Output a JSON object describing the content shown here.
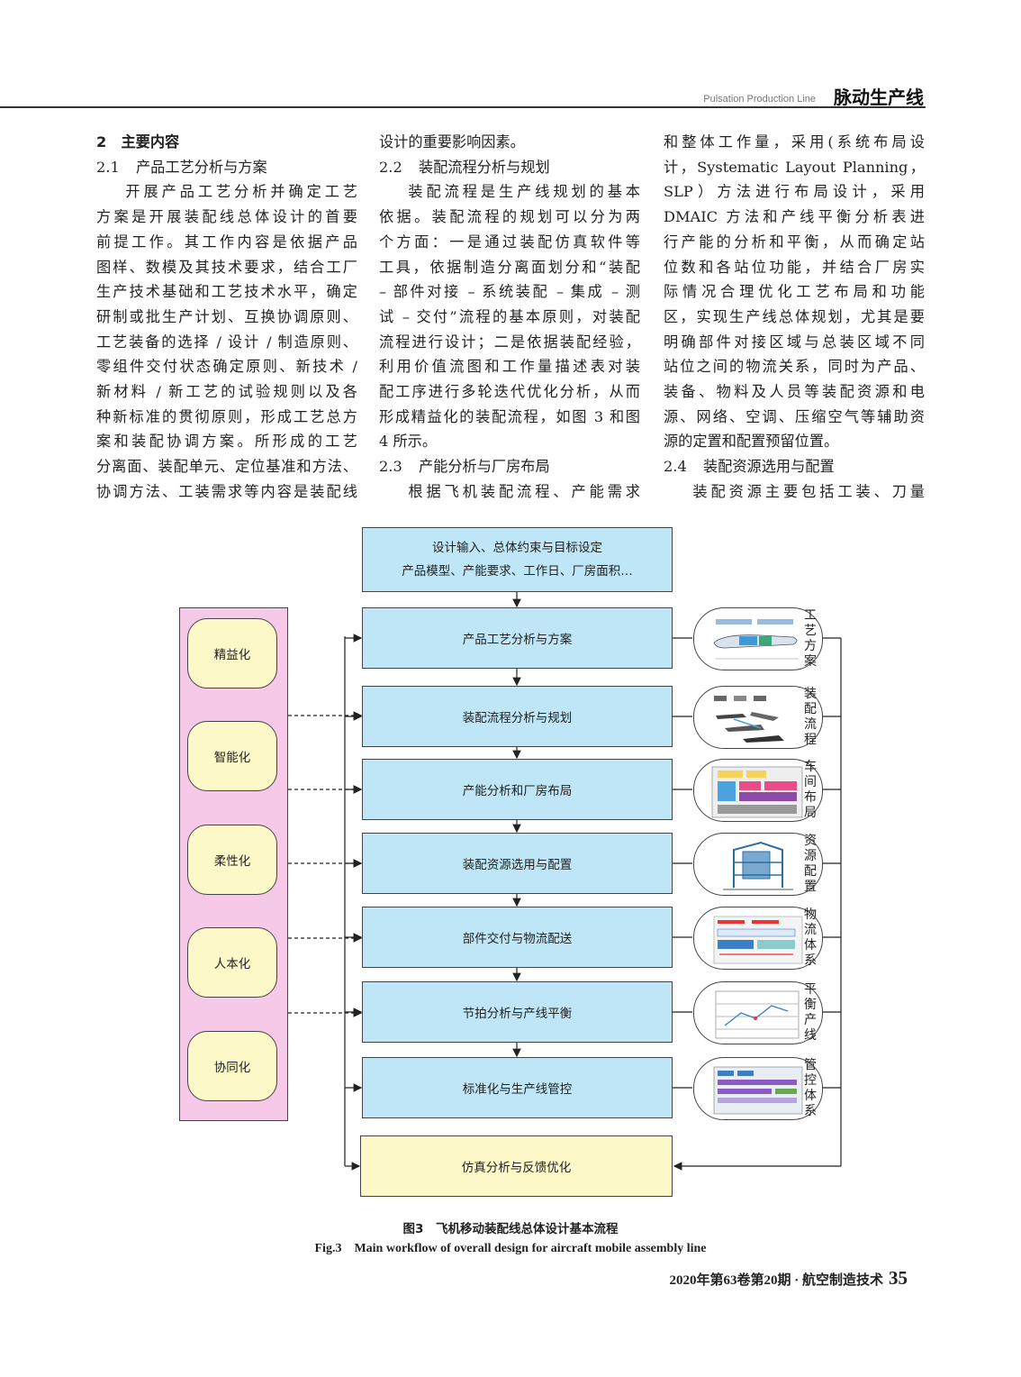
{
  "header": {
    "english": "Pulsation Production Line",
    "chinese": "脉动生产线"
  },
  "columns": {
    "col1": [
      {
        "type": "h1",
        "text": "2　主要内容"
      },
      {
        "type": "h2",
        "num": "2.1",
        "text": "产品工艺分析与方案"
      },
      {
        "type": "p",
        "indent": true,
        "last": false,
        "text": "开展产品工艺分析并确定工艺"
      },
      {
        "type": "p",
        "last": false,
        "text": "方案是开展装配线总体设计的首要"
      },
      {
        "type": "p",
        "last": false,
        "text": "前提工作。其工作内容是依据产品"
      },
      {
        "type": "p",
        "last": false,
        "text": "图样、数模及其技术要求，结合工厂"
      },
      {
        "type": "p",
        "last": false,
        "text": "生产技术基础和工艺技术水平，确定"
      },
      {
        "type": "p",
        "last": false,
        "text": "研制或批生产计划、互换协调原则、"
      },
      {
        "type": "p",
        "last": false,
        "text": "工艺装备的选择 / 设计 / 制造原则、"
      },
      {
        "type": "p",
        "last": false,
        "text": "零组件交付状态确定原则、新技术 /"
      },
      {
        "type": "p",
        "last": false,
        "text": "新材料 / 新工艺的试验规则以及各"
      },
      {
        "type": "p",
        "last": false,
        "text": "种新标准的贯彻原则，形成工艺总方"
      },
      {
        "type": "p",
        "last": false,
        "text": "案和装配协调方案。所形成的工艺"
      },
      {
        "type": "p",
        "last": false,
        "text": "分离面、装配单元、定位基准和方法、"
      },
      {
        "type": "p",
        "last": false,
        "text": "协调方法、工装需求等内容是装配线"
      }
    ],
    "col2": [
      {
        "type": "p",
        "last": true,
        "text": "设计的重要影响因素。"
      },
      {
        "type": "h2",
        "num": "2.2",
        "text": "装配流程分析与规划"
      },
      {
        "type": "p",
        "indent": true,
        "last": false,
        "text": "装配流程是生产线规划的基本"
      },
      {
        "type": "p",
        "last": false,
        "text": "依据。装配流程的规划可以分为两"
      },
      {
        "type": "p",
        "last": false,
        "text": "个方面：一是通过装配仿真软件等"
      },
      {
        "type": "p",
        "last": false,
        "text": "工具，依据制造分离面划分和“装配"
      },
      {
        "type": "p",
        "last": false,
        "text": "– 部件对接 – 系统装配 – 集成 – 测"
      },
      {
        "type": "p",
        "last": false,
        "text": "试 – 交付”流程的基本原则，对装配"
      },
      {
        "type": "p",
        "last": false,
        "text": "流程进行设计；二是依据装配经验，"
      },
      {
        "type": "p",
        "last": false,
        "text": "利用价值流图和工作量描述表对装"
      },
      {
        "type": "p",
        "last": false,
        "text": "配工序进行多轮迭代优化分析，从而"
      },
      {
        "type": "p",
        "last": false,
        "text": "形成精益化的装配流程，如图 3 和图"
      },
      {
        "type": "p",
        "last": true,
        "text": "4 所示。"
      },
      {
        "type": "h2",
        "num": "2.3",
        "text": "产能分析与厂房布局"
      },
      {
        "type": "p",
        "indent": true,
        "last": false,
        "text": "根据飞机装配流程、产能需求"
      }
    ],
    "col3": [
      {
        "type": "p",
        "last": false,
        "text": "和整体工作量，采用(系统布局设"
      },
      {
        "type": "p",
        "last": false,
        "text": "计，Systematic Layout Planning，"
      },
      {
        "type": "p",
        "last": false,
        "text": "SLP）方法进行布局设计，采用"
      },
      {
        "type": "p",
        "last": false,
        "text": "DMAIC 方法和产线平衡分析表进"
      },
      {
        "type": "p",
        "last": false,
        "text": "行产能的分析和平衡，从而确定站"
      },
      {
        "type": "p",
        "last": false,
        "text": "位数和各站位功能，并结合厂房实"
      },
      {
        "type": "p",
        "last": false,
        "text": "际情况合理优化工艺布局和功能"
      },
      {
        "type": "p",
        "last": false,
        "text": "区，实现生产线总体规划，尤其是要"
      },
      {
        "type": "p",
        "last": false,
        "text": "明确部件对接区域与总装区域不同"
      },
      {
        "type": "p",
        "last": false,
        "text": "站位之间的物流关系，同时为产品、"
      },
      {
        "type": "p",
        "last": false,
        "text": "装备、物料及人员等装配资源和电"
      },
      {
        "type": "p",
        "last": false,
        "text": "源、网络、空调、压缩空气等辅助资"
      },
      {
        "type": "p",
        "last": true,
        "text": "源的定置和配置预留位置。"
      },
      {
        "type": "h2",
        "num": "2.4",
        "text": "装配资源选用与配置"
      },
      {
        "type": "p",
        "indent": true,
        "last": false,
        "text": "装配资源主要包括工装、刀量"
      }
    ]
  },
  "figure": {
    "top_box": {
      "line1": "设计输入、总体约束与目标设定",
      "line2": "产品模型、产能要求、工作日、厂房面积…"
    },
    "steps": [
      "产品工艺分析与方案",
      "装配流程分析与规划",
      "产能分析和厂房布局",
      "装配资源选用与配置",
      "部件交付与物流配送",
      "节拍分析与产线平衡",
      "标准化与生产线管控"
    ],
    "final_box": "仿真分析与反馈优化",
    "principles": [
      "精益化",
      "智能化",
      "柔性化",
      "人本化",
      "协同化"
    ],
    "outputs": [
      "工艺方案",
      "装配流程",
      "车间布局",
      "资源配置",
      "物流体系",
      "平衡产线",
      "管控体系"
    ],
    "caption_cn": "图3　飞机移动装配线总体设计基本流程",
    "caption_en": "Fig.3　Main workflow of overall design for aircraft mobile assembly line",
    "colors": {
      "step_fill": "#bfe6f6",
      "principle_panel": "#f7c9e8",
      "principle_fill": "#fcf8c8",
      "final_fill": "#fcf8c8"
    }
  },
  "footer": {
    "journal": "2020年第63卷第20期 · 航空制造技术",
    "page": "35"
  }
}
